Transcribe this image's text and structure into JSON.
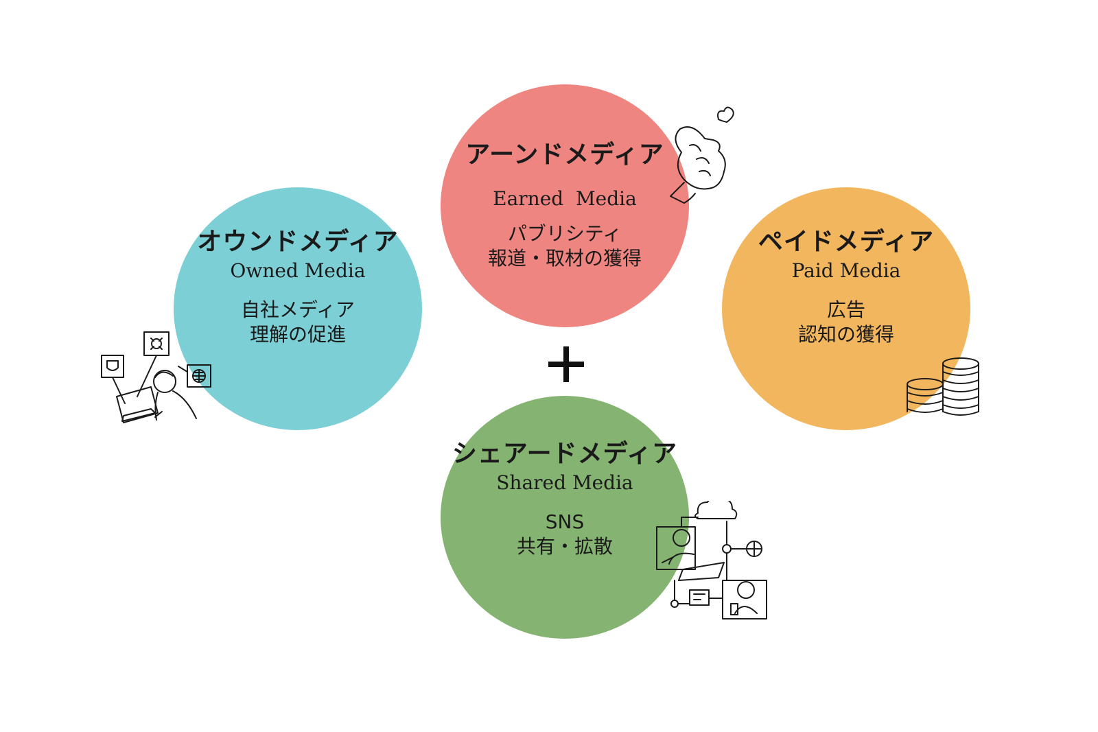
{
  "colors": {
    "owned": "#7ccfd5",
    "earned": "#ef8580",
    "paid": "#f2b65e",
    "shared": "#85b472"
  },
  "owned": {
    "title_ja": "オウンドメディア",
    "title_en": "Owned Media",
    "desc": [
      "自社メディア",
      "理解の促進"
    ],
    "icon": "person-at-laptop-icon"
  },
  "earned": {
    "title_ja": "アーンドメディア",
    "title_en": "Earned  Media",
    "desc": [
      "パブリシティ",
      "報道・取材の獲得"
    ],
    "icon": "finger-heart-hand-icon"
  },
  "paid": {
    "title_ja": "ペイドメディア",
    "title_en": "Paid Media",
    "desc": [
      "広告",
      "認知の獲得"
    ],
    "icon": "coin-stacks-icon"
  },
  "shared": {
    "title_ja": "シェアードメディア",
    "title_en": "Shared Media",
    "desc": [
      "SNS",
      "共有・拡散"
    ],
    "icon": "social-network-icon"
  },
  "connector": {
    "symbol": "plus-icon"
  }
}
